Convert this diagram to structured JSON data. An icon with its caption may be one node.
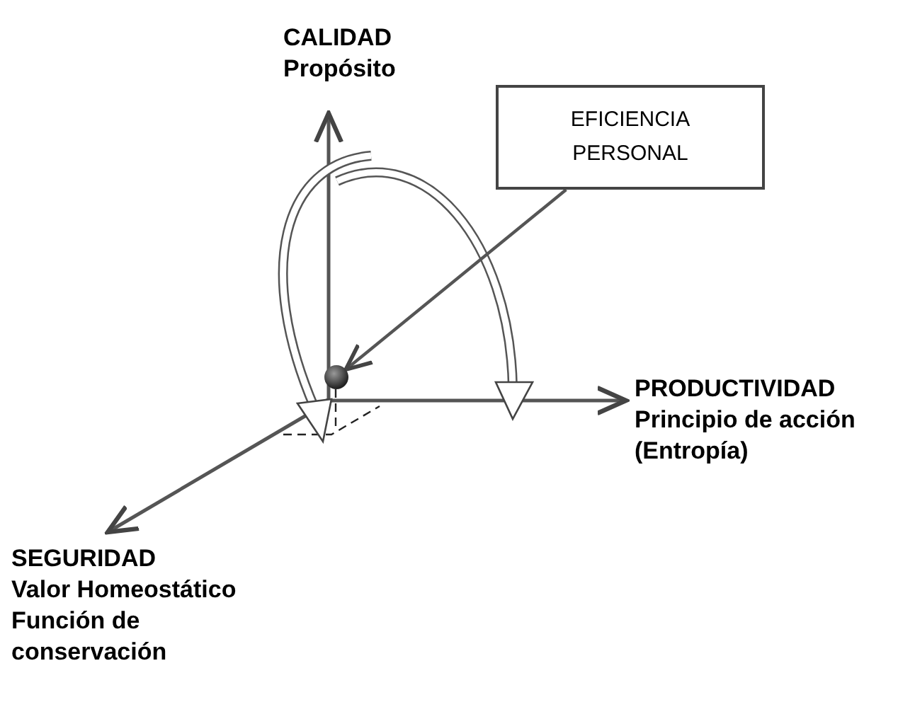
{
  "diagram": {
    "nodes": [
      {
        "text": [
          "EFICIENCIA PERSONAL"
        ]
      },
      {
        "text": [],
        "shape": "circle"
      }
    ],
    "edges": [
      {
        "from": 0,
        "to": 1,
        "arrow": "to"
      }
    ],
    "labels": [
      "CALIDAD",
      "Propósito",
      "PRODUCTIVIDAD",
      "Principio de acción (Entropía)",
      "SEGURIDAD",
      "Valor Homeostático",
      "Función de conservación"
    ]
  }
}
